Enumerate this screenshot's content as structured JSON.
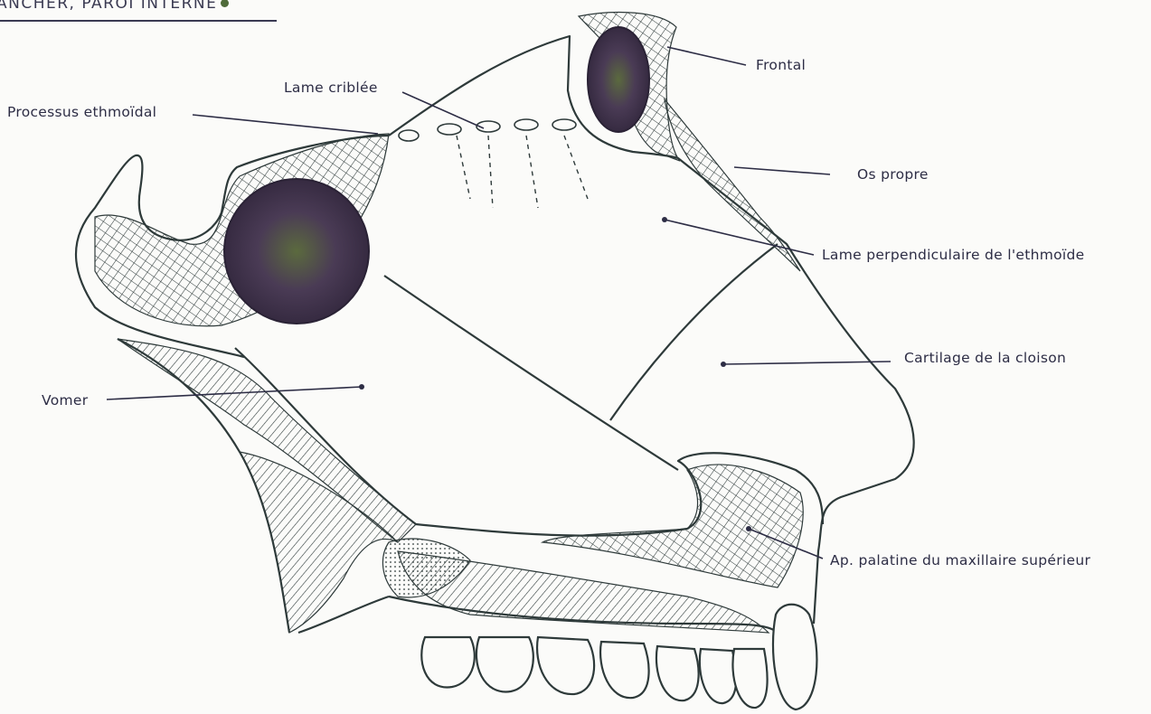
{
  "header": {
    "title": "ANCHER, PAROI INTERNE"
  },
  "labels": {
    "frontal": "Frontal",
    "lame_criblee": "Lame criblée",
    "processus_ethmoidal": "Processus ethmoïdal",
    "os_propre": "Os propre",
    "lame_perpendiculaire": "Lame perpendiculaire de l'ethmoïde",
    "cartilage": "Cartilage de la cloison",
    "vomer": "Vomer",
    "ap_palatine": "Ap. palatine du maxillaire supérieur"
  },
  "colors": {
    "ink": "#2e3a3a",
    "label": "#2d2d45",
    "sinus_outer": "#3b2f4a",
    "sinus_inner": "#5b6a3e"
  }
}
